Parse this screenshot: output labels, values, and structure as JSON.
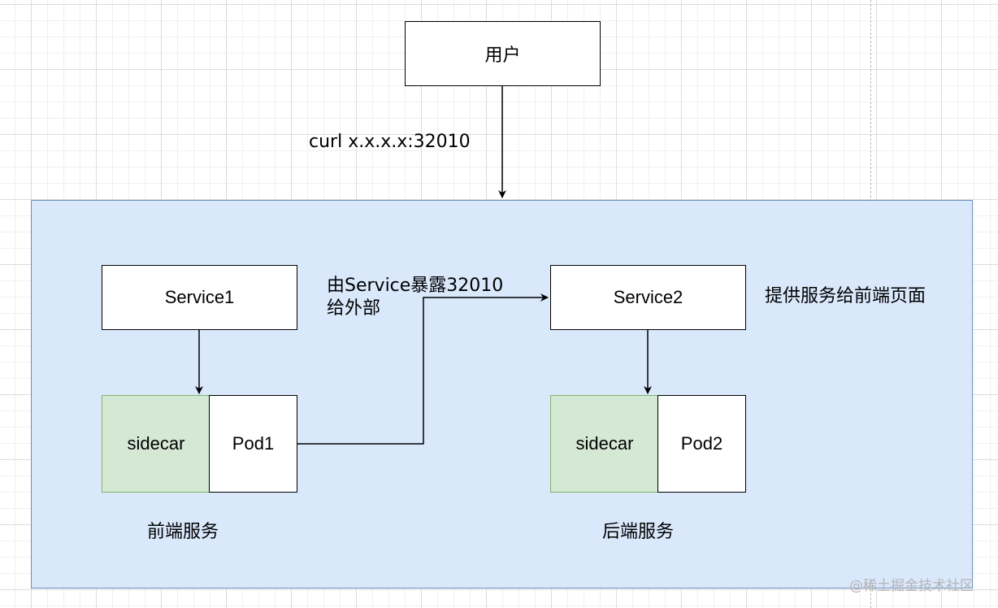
{
  "nodes": {
    "user": "用户",
    "service1": "Service1",
    "service2": "Service2",
    "pod1": {
      "sidecar": "sidecar",
      "pod": "Pod1"
    },
    "pod2": {
      "sidecar": "sidecar",
      "pod": "Pod2"
    }
  },
  "labels": {
    "curl": "curl x.x.x.x:32010",
    "expose_line1": "由Service暴露32010",
    "expose_line2": "给外部",
    "service2_desc": "提供服务给前端页面",
    "frontend": "前端服务",
    "backend": "后端服务"
  },
  "watermark": "@稀土掘金技术社区",
  "colors": {
    "cluster_fill": "#dae8fc",
    "cluster_border": "#6c8ebf",
    "sidecar_fill": "#d5e8d4",
    "sidecar_border": "#82b366"
  }
}
